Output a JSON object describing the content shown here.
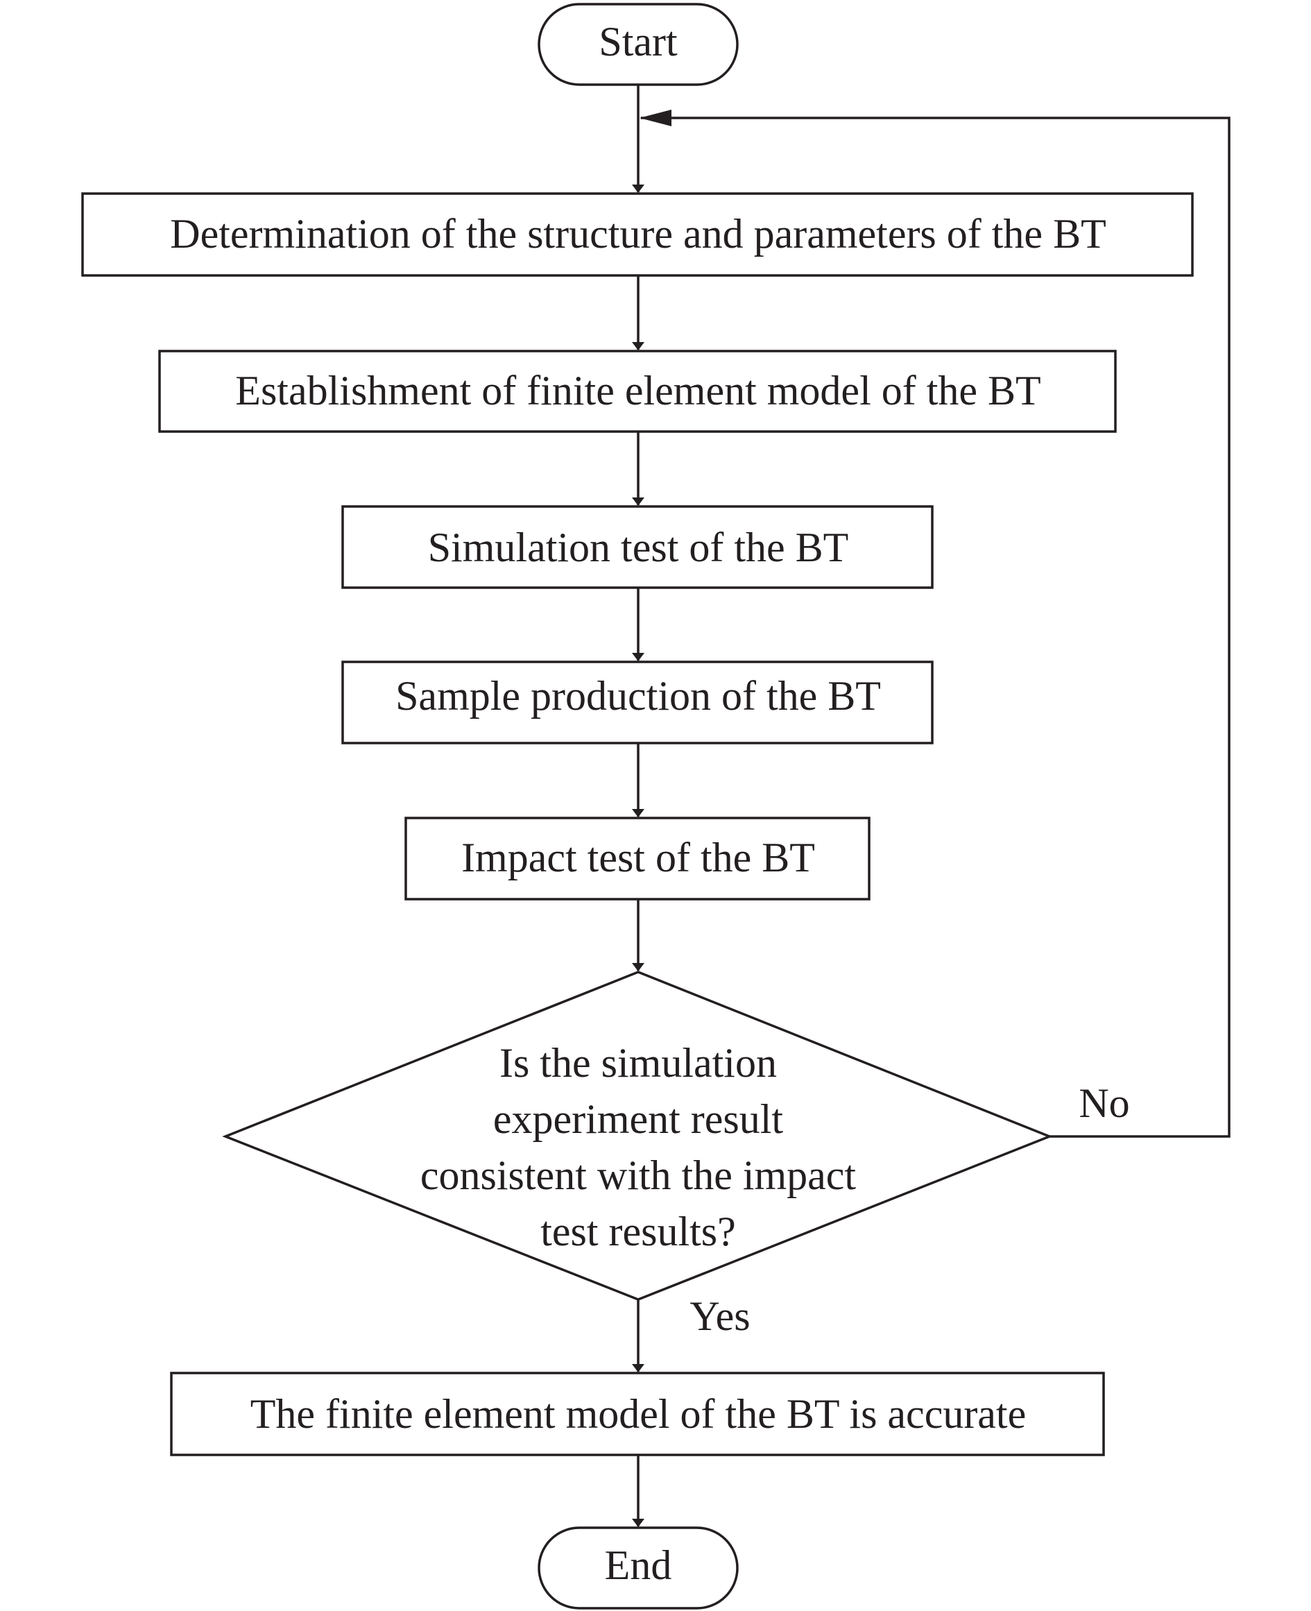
{
  "nodes": {
    "start": "Start",
    "step1": "Determination of the structure and parameters of the BT",
    "step2": "Establishment of finite element model of the BT",
    "step3": "Simulation test of the BT",
    "step4": "Sample production of the BT",
    "step5": "Impact test of the BT",
    "decision": {
      "line1": "Is the simulation",
      "line2": "experiment result",
      "line3": "consistent with the impact",
      "line4": "test results?"
    },
    "result": "The finite element model of the BT is accurate",
    "end": "End"
  },
  "edges": {
    "no_label": "No",
    "yes_label": "Yes"
  },
  "colors": {
    "stroke": "#231f20",
    "background": "#ffffff"
  }
}
